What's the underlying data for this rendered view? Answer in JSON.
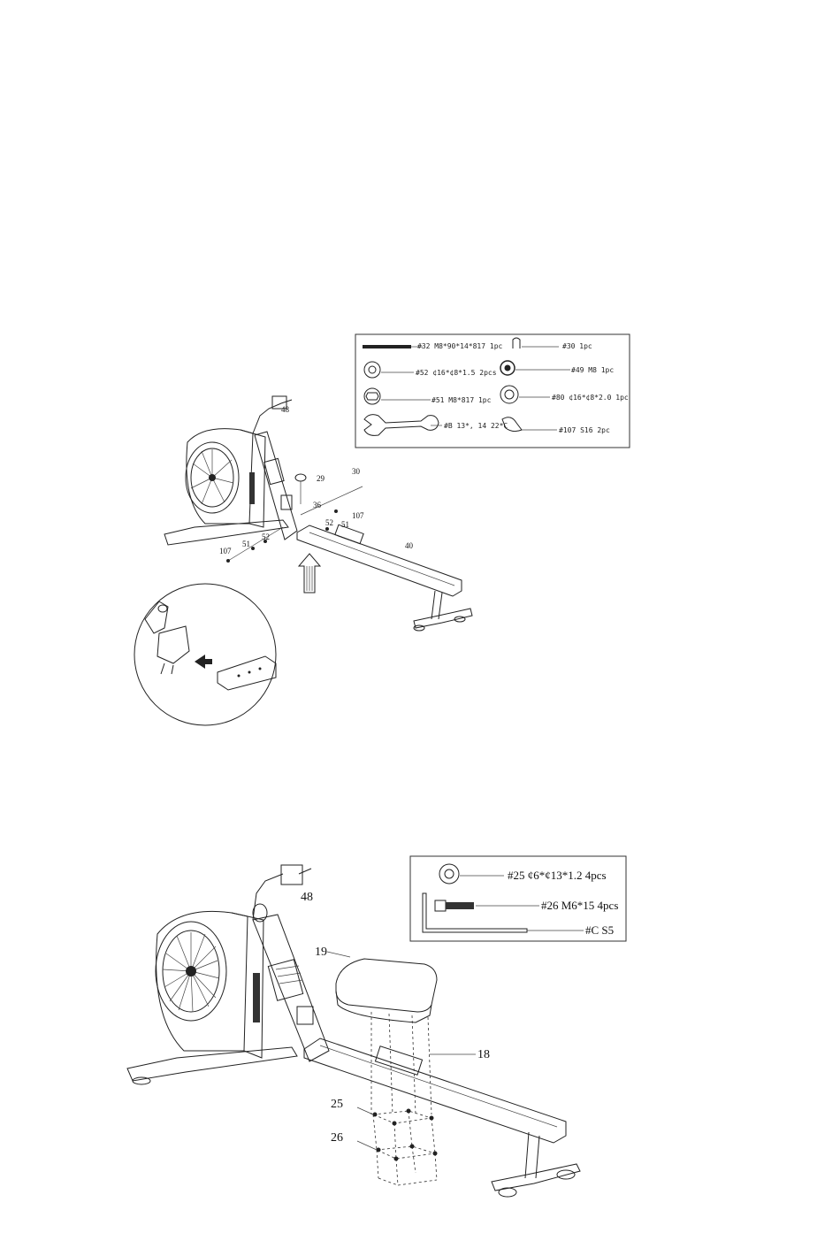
{
  "step1": {
    "hardware": [
      {
        "text": "#32 M8*90*14*817 1pc"
      },
      {
        "text": "#30 1pc"
      },
      {
        "text": "#52 ¢16*¢8*1.5 2pcs"
      },
      {
        "text": "#49 M8 1pc"
      },
      {
        "text": "#51 M8*817 1pc"
      },
      {
        "text": "#80 ¢16*¢8*2.0 1pc"
      },
      {
        "text": "#B 13*, 14 22*C"
      },
      {
        "text": "#107 S16 2pc"
      }
    ],
    "parts": [
      "48",
      "29",
      "36",
      "30",
      "107",
      "52",
      "51",
      "107",
      "51",
      "52",
      "40"
    ]
  },
  "step2": {
    "hardware": [
      {
        "text": "#25  ¢6*¢13*1.2 4pcs"
      },
      {
        "text": "#26 M6*15 4pcs"
      },
      {
        "text": "#C S5"
      }
    ],
    "parts": [
      "48",
      "19",
      "18",
      "25",
      "26"
    ]
  }
}
